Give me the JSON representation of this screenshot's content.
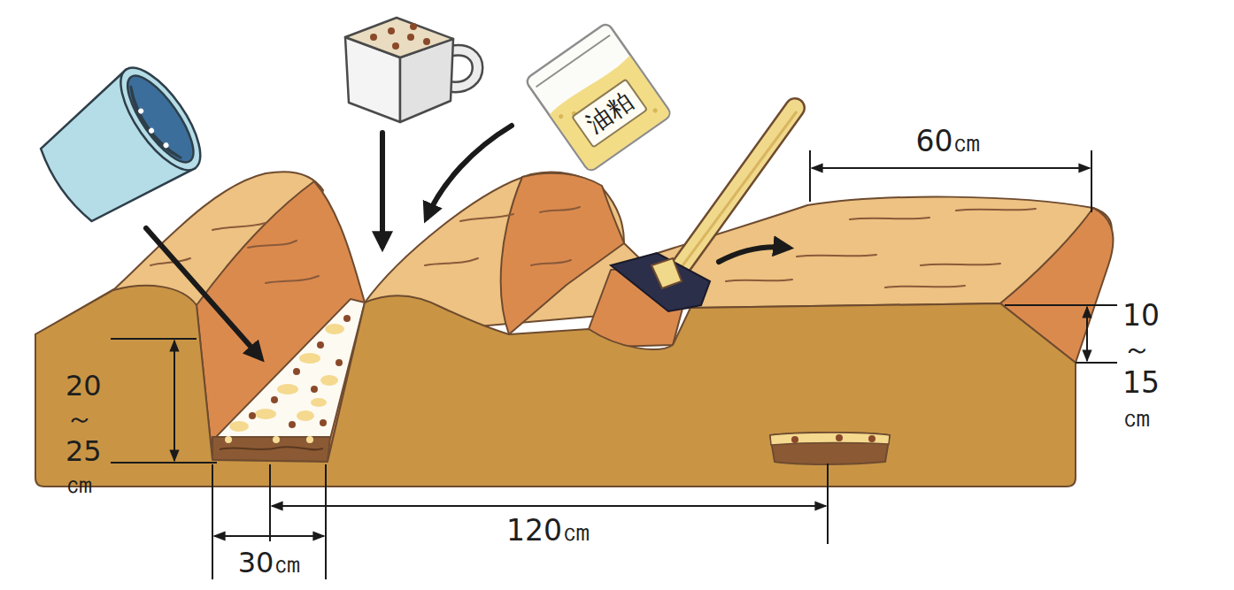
{
  "diagram": {
    "nodes": [
      {
        "text": [
          "油粕"
        ]
      }
    ],
    "labels": [
      "60㎝",
      "10～ 15㎝",
      "20～ 25㎝",
      "30㎝",
      "120㎝"
    ]
  }
}
